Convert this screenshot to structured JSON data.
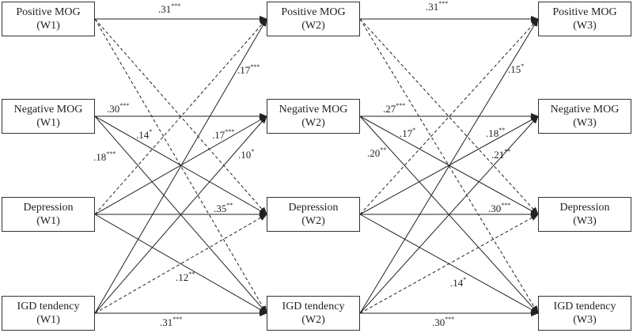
{
  "nodes": [
    {
      "id": "pos1",
      "line1": "Positive MOG",
      "line2": "(W1)"
    },
    {
      "id": "neg1",
      "line1": "Negative MOG",
      "line2": "(W1)"
    },
    {
      "id": "dep1",
      "line1": "Depression",
      "line2": "(W1)"
    },
    {
      "id": "igd1",
      "line1": "IGD tendency",
      "line2": "(W1)"
    },
    {
      "id": "pos2",
      "line1": "Positive MOG",
      "line2": "(W2)"
    },
    {
      "id": "neg2",
      "line1": "Negative MOG",
      "line2": "(W2)"
    },
    {
      "id": "dep2",
      "line1": "Depression",
      "line2": "(W2)"
    },
    {
      "id": "igd2",
      "line1": "IGD tendency",
      "line2": "(W2)"
    },
    {
      "id": "pos3",
      "line1": "Positive MOG",
      "line2": "(W3)"
    },
    {
      "id": "neg3",
      "line1": "Negative MOG",
      "line2": "(W3)"
    },
    {
      "id": "dep3",
      "line1": "Depression",
      "line2": "(W3)"
    },
    {
      "id": "igd3",
      "line1": "IGD tendency",
      "line2": "(W3)"
    }
  ],
  "paths": [
    {
      "from": "pos1",
      "to": "pos2",
      "style": "solid"
    },
    {
      "from": "pos1",
      "to": "dep2",
      "style": "dashed"
    },
    {
      "from": "pos1",
      "to": "igd2",
      "style": "dashed"
    },
    {
      "from": "neg1",
      "to": "neg2",
      "style": "solid"
    },
    {
      "from": "neg1",
      "to": "dep2",
      "style": "solid"
    },
    {
      "from": "neg1",
      "to": "igd2",
      "style": "solid"
    },
    {
      "from": "dep1",
      "to": "pos2",
      "style": "dashed"
    },
    {
      "from": "dep1",
      "to": "neg2",
      "style": "solid"
    },
    {
      "from": "dep1",
      "to": "dep2",
      "style": "solid"
    },
    {
      "from": "dep1",
      "to": "igd2",
      "style": "solid"
    },
    {
      "from": "igd1",
      "to": "pos2",
      "style": "solid"
    },
    {
      "from": "igd1",
      "to": "neg2",
      "style": "solid"
    },
    {
      "from": "igd1",
      "to": "dep2",
      "style": "dashed"
    },
    {
      "from": "igd1",
      "to": "igd2",
      "style": "solid"
    },
    {
      "from": "pos2",
      "to": "pos3",
      "style": "solid"
    },
    {
      "from": "pos2",
      "to": "dep3",
      "style": "dashed"
    },
    {
      "from": "pos2",
      "to": "igd3",
      "style": "dashed"
    },
    {
      "from": "neg2",
      "to": "neg3",
      "style": "solid"
    },
    {
      "from": "neg2",
      "to": "dep3",
      "style": "solid"
    },
    {
      "from": "neg2",
      "to": "igd3",
      "style": "solid"
    },
    {
      "from": "dep2",
      "to": "pos3",
      "style": "dashed"
    },
    {
      "from": "dep2",
      "to": "neg3",
      "style": "solid"
    },
    {
      "from": "dep2",
      "to": "dep3",
      "style": "solid"
    },
    {
      "from": "dep2",
      "to": "igd3",
      "style": "solid"
    },
    {
      "from": "igd2",
      "to": "pos3",
      "style": "solid"
    },
    {
      "from": "igd2",
      "to": "neg3",
      "style": "solid"
    },
    {
      "from": "igd2",
      "to": "dep3",
      "style": "dashed"
    },
    {
      "from": "igd2",
      "to": "igd3",
      "style": "solid"
    }
  ],
  "coefficients": [
    {
      "value": ".31",
      "sig": "***"
    },
    {
      "value": ".30",
      "sig": "***"
    },
    {
      "value": ".14",
      "sig": "*"
    },
    {
      "value": ".18",
      "sig": "***"
    },
    {
      "value": ".17",
      "sig": "***"
    },
    {
      "value": ".17",
      "sig": "***"
    },
    {
      "value": ".10",
      "sig": "*"
    },
    {
      "value": ".35",
      "sig": "**"
    },
    {
      "value": ".12",
      "sig": "**"
    },
    {
      "value": ".31",
      "sig": "***"
    },
    {
      "value": ".31",
      "sig": "***"
    },
    {
      "value": ".15",
      "sig": "*"
    },
    {
      "value": ".27",
      "sig": "***"
    },
    {
      "value": ".17",
      "sig": "*"
    },
    {
      "value": ".20",
      "sig": "**"
    },
    {
      "value": ".18",
      "sig": "**"
    },
    {
      "value": ".21",
      "sig": "**"
    },
    {
      "value": ".30",
      "sig": "***"
    },
    {
      "value": ".14",
      "sig": "*"
    },
    {
      "value": ".30",
      "sig": "***"
    }
  ]
}
